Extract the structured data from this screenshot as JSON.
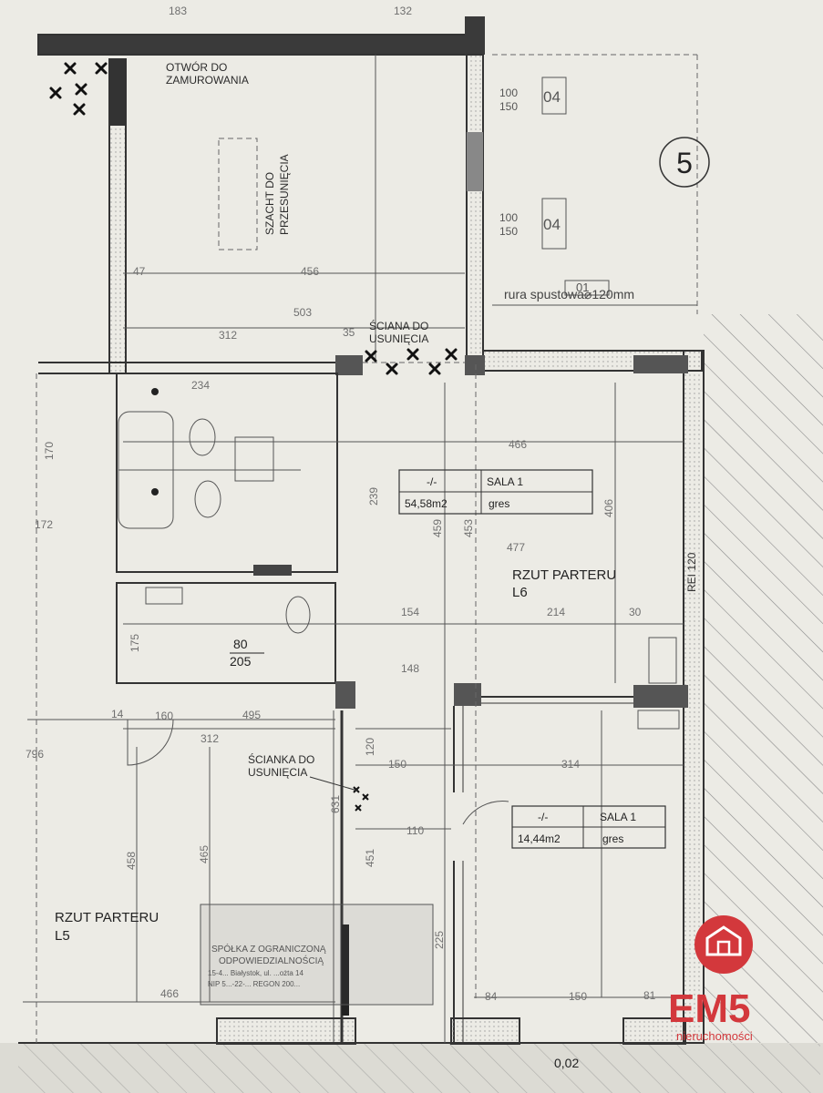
{
  "labels": {
    "otwor": [
      "OTWÓR DO",
      "ZAMUROWANIA"
    ],
    "szacht": [
      "SZACHT DO",
      "PRZESUNIĘCIA"
    ],
    "sciana": [
      "ŚCIANA DO",
      "USUNIĘCIA"
    ],
    "scianka": [
      "ŚCIANKA DO",
      "USUNIĘCIA"
    ],
    "rura": "rura spustowa⌀120mm",
    "rzut_l6": [
      "RZUT PARTERU",
      "L6"
    ],
    "rzut_l5": [
      "RZUT PARTERU",
      "L5"
    ],
    "rei": "REI 120",
    "circle_num": "5",
    "code_04": "04",
    "code_01": "01",
    "dims_100_150": [
      "100",
      "150"
    ],
    "bottom_mark": "0,02"
  },
  "room_tags": [
    {
      "code": "-/-",
      "name": "SALA 1",
      "area": "54,58m2",
      "floor": "gres"
    },
    {
      "code": "-/-",
      "name": "SALA 1",
      "area": "14,44m2",
      "floor": "gres"
    }
  ],
  "door_tag": {
    "top": "80",
    "bottom": "205"
  },
  "dimensions": [
    "183",
    "132",
    "47",
    "456",
    "503",
    "312",
    "234",
    "466",
    "239",
    "459",
    "453",
    "406",
    "477",
    "154",
    "214",
    "148",
    "120",
    "150",
    "314",
    "110",
    "495",
    "312",
    "175",
    "160",
    "458",
    "466",
    "84",
    "150",
    "81",
    "225",
    "631",
    "451",
    "465",
    "170",
    "172",
    "796",
    "30",
    "35",
    "14"
  ],
  "logo": {
    "text": "EM5",
    "subtext": "nieruchomości",
    "color": "#d3383c"
  },
  "stamp_lines": [
    "SPÓŁKA Z OGRANICZONĄ",
    "ODPOWIEDZIALNOŚCIĄ",
    "15-4... Białystok, ul. ...ożta 14",
    "NIP 5...-22-... REGON 200..."
  ]
}
